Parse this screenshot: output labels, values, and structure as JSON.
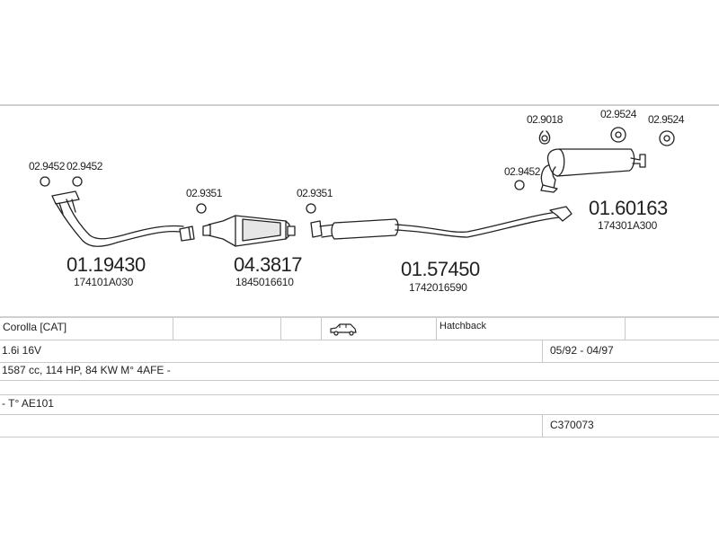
{
  "diagram": {
    "gaskets": {
      "g1": "02.9452",
      "g2": "02.9452",
      "g3": "02.9351",
      "g4": "02.9351",
      "g5": "02.9018",
      "g6": "02.9524",
      "g7": "02.9524",
      "g8": "02.9452"
    },
    "parts": {
      "p1": {
        "code": "01.19430",
        "oem": "174101A030"
      },
      "p2": {
        "code": "04.3817",
        "oem": "1845016610"
      },
      "p3": {
        "code": "01.57450",
        "oem": "1742016590"
      },
      "p4": {
        "code": "01.60163",
        "oem": "174301A300"
      }
    }
  },
  "vehicle": {
    "model": "Corolla  [CAT]",
    "body": "Hatchback",
    "engine": "1.6i 16V",
    "period": "05/92 - 04/97",
    "specs": "1587 cc, 114 HP, 84 KW M° 4AFE -",
    "type": "- T° AE101",
    "catalog_code": "C370073"
  },
  "icons": {
    "vehicle": "hatchback-car-icon",
    "pipe": "front-pipe-icon",
    "catalyst": "catalytic-converter-icon",
    "muffler": "muffler-icon",
    "ring": "sealing-ring-icon"
  },
  "colors": {
    "line": "#c8c8c8",
    "frame": "#d0d0d0",
    "drawing": "#222222"
  }
}
